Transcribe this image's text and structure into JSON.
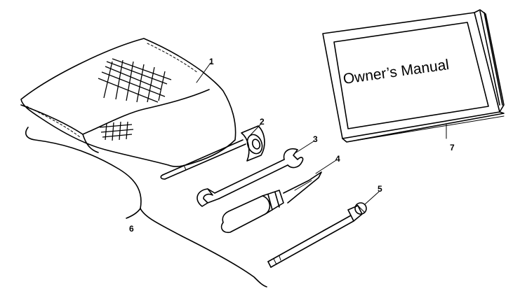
{
  "manual": {
    "title": "Owner’s Manual"
  },
  "callouts": {
    "c1": "1",
    "c2": "2",
    "c3": "3",
    "c4": "4",
    "c5": "5",
    "c6": "6",
    "c7": "7"
  }
}
